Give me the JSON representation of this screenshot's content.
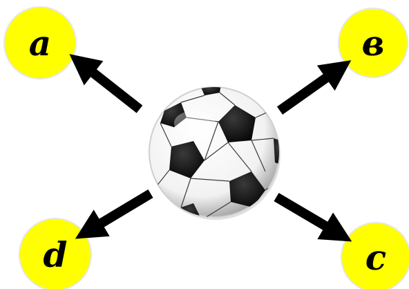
{
  "labels": {
    "top_left": "a",
    "top_right": "в",
    "bottom_right": "c",
    "bottom_left": "d"
  },
  "colors": {
    "circle_fill": "#ffff00",
    "circle_stroke": "#e6e6e6",
    "arrow": "#000000",
    "ball_panel": "#111111",
    "ball_base": "#ffffff"
  },
  "icons": {
    "center": "soccer-ball-icon",
    "arrows": "arrow-icon"
  }
}
